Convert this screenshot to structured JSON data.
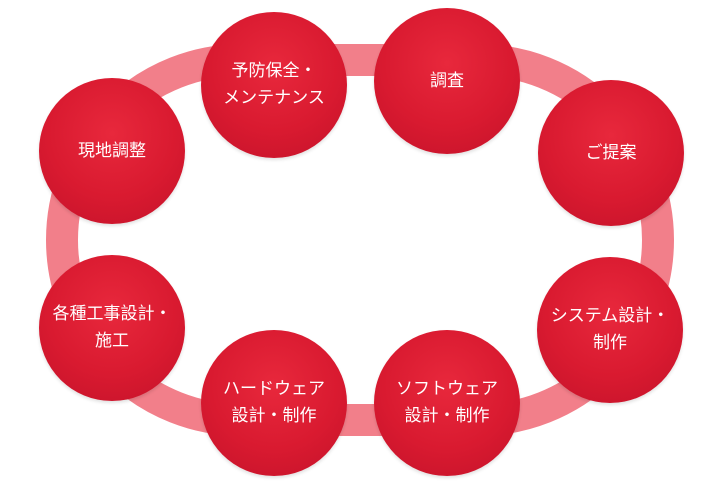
{
  "diagram": {
    "ring_color": "#f27f8a",
    "node_color": "#d91a30",
    "text_color": "#ffffff",
    "nodes": [
      {
        "id": "yobo",
        "lines": [
          "予防保全・",
          "メンテナンス"
        ]
      },
      {
        "id": "chosa",
        "lines": [
          "調査"
        ]
      },
      {
        "id": "teian",
        "lines": [
          "ご提案"
        ]
      },
      {
        "id": "system",
        "lines": [
          "システム設計・",
          "制作"
        ]
      },
      {
        "id": "soft",
        "lines": [
          "ソフトウェア",
          "設計・制作"
        ]
      },
      {
        "id": "hard",
        "lines": [
          "ハードウェア",
          "設計・制作"
        ]
      },
      {
        "id": "kakushu",
        "lines": [
          "各種工事設計・",
          "施工"
        ]
      },
      {
        "id": "genchi",
        "lines": [
          "現地調整"
        ]
      }
    ]
  }
}
